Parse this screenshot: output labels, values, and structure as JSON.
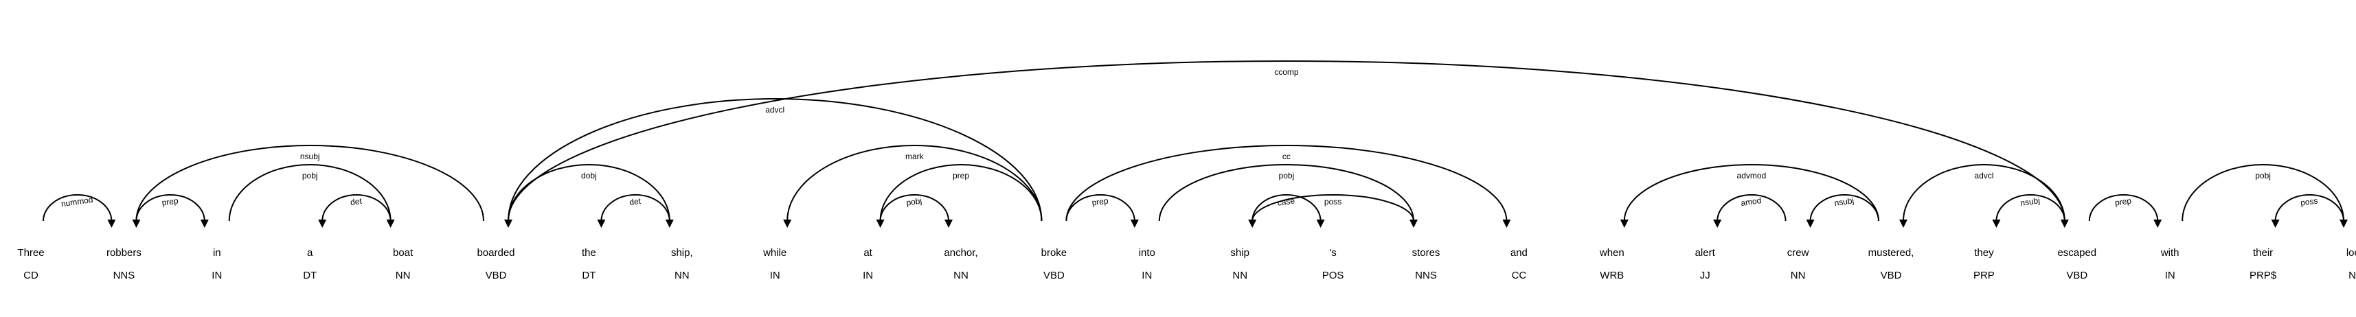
{
  "tokens": [
    {
      "word": "Three",
      "tag": "CD"
    },
    {
      "word": "robbers",
      "tag": "NNS"
    },
    {
      "word": "in",
      "tag": "IN"
    },
    {
      "word": "a",
      "tag": "DT"
    },
    {
      "word": "boat",
      "tag": "NN"
    },
    {
      "word": "boarded",
      "tag": "VBD"
    },
    {
      "word": "the",
      "tag": "DT"
    },
    {
      "word": "ship,",
      "tag": "NN"
    },
    {
      "word": "while",
      "tag": "IN"
    },
    {
      "word": "at",
      "tag": "IN"
    },
    {
      "word": "anchor,",
      "tag": "NN"
    },
    {
      "word": "broke",
      "tag": "VBD"
    },
    {
      "word": "into",
      "tag": "IN"
    },
    {
      "word": "ship",
      "tag": "NN"
    },
    {
      "word": "'s",
      "tag": "POS"
    },
    {
      "word": "stores",
      "tag": "NNS"
    },
    {
      "word": "and",
      "tag": "CC"
    },
    {
      "word": "when",
      "tag": "WRB"
    },
    {
      "word": "alert",
      "tag": "JJ"
    },
    {
      "word": "crew",
      "tag": "NN"
    },
    {
      "word": "mustered,",
      "tag": "VBD"
    },
    {
      "word": "they",
      "tag": "PRP"
    },
    {
      "word": "escaped",
      "tag": "VBD"
    },
    {
      "word": "with",
      "tag": "IN"
    },
    {
      "word": "their",
      "tag": "PRP$"
    },
    {
      "word": "loot.",
      "tag": "NN"
    }
  ],
  "arcs": [
    {
      "from": 0,
      "to": 1,
      "label": "nummod",
      "level": 1
    },
    {
      "from": 1,
      "to": 2,
      "label": "prep",
      "level": 1
    },
    {
      "from": 4,
      "to": 3,
      "label": "det",
      "level": 1
    },
    {
      "from": 2,
      "to": 4,
      "label": "pobj",
      "level": 2
    },
    {
      "from": 5,
      "to": 1,
      "label": "nsubj",
      "level": 3
    },
    {
      "from": 7,
      "to": 6,
      "label": "det",
      "level": 1
    },
    {
      "from": 5,
      "to": 7,
      "label": "dobj",
      "level": 2
    },
    {
      "from": 9,
      "to": 10,
      "label": "pobj",
      "level": 1
    },
    {
      "from": 11,
      "to": 9,
      "label": "prep",
      "level": 2
    },
    {
      "from": 11,
      "to": 8,
      "label": "mark",
      "level": 3
    },
    {
      "from": 11,
      "to": 5,
      "label": "advcl",
      "level": 4
    },
    {
      "from": 11,
      "to": 12,
      "label": "prep",
      "level": 1
    },
    {
      "from": 15,
      "to": 13,
      "label": "poss",
      "level": 1
    },
    {
      "from": 13,
      "to": 14,
      "label": "case",
      "level": 1
    },
    {
      "from": 12,
      "to": 15,
      "label": "pobj",
      "level": 2
    },
    {
      "from": 11,
      "to": 16,
      "label": "cc",
      "level": 3
    },
    {
      "from": 19,
      "to": 18,
      "label": "amod",
      "level": 1
    },
    {
      "from": 20,
      "to": 19,
      "label": "nsubj",
      "level": 1
    },
    {
      "from": 20,
      "to": 17,
      "label": "advmod",
      "level": 2
    },
    {
      "from": 22,
      "to": 21,
      "label": "nsubj",
      "level": 1
    },
    {
      "from": 22,
      "to": 20,
      "label": "advcl",
      "level": 2
    },
    {
      "from": 22,
      "to": 23,
      "label": "prep",
      "level": 1
    },
    {
      "from": 25,
      "to": 24,
      "label": "poss",
      "level": 1
    },
    {
      "from": 23,
      "to": 25,
      "label": "pobj",
      "level": 2
    },
    {
      "from": 5,
      "to": 22,
      "label": "ccomp",
      "level": 5
    }
  ]
}
